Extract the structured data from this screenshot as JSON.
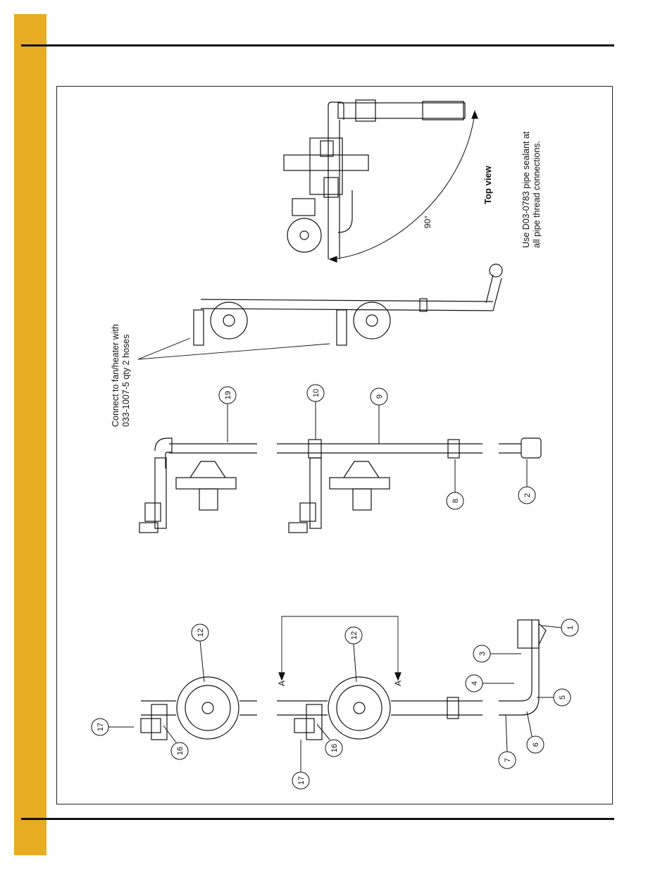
{
  "notes": {
    "connect_line1": "Connect to fan/heater with",
    "connect_line2": "033-1007-5 qty 2 hoses",
    "top_view": "Top view",
    "sealant_line1": "Use D03-0783 pipe sealant at",
    "sealant_line2": "all pipe thread connections.",
    "angle": "90°",
    "section_a": "A"
  },
  "callouts": [
    "19",
    "10",
    "9",
    "8",
    "2",
    "12",
    "12",
    "17",
    "16",
    "16",
    "17",
    "1",
    "3",
    "4",
    "5",
    "6",
    "7"
  ],
  "colors": {
    "tab": "#e8ac23",
    "line": "#111111"
  }
}
